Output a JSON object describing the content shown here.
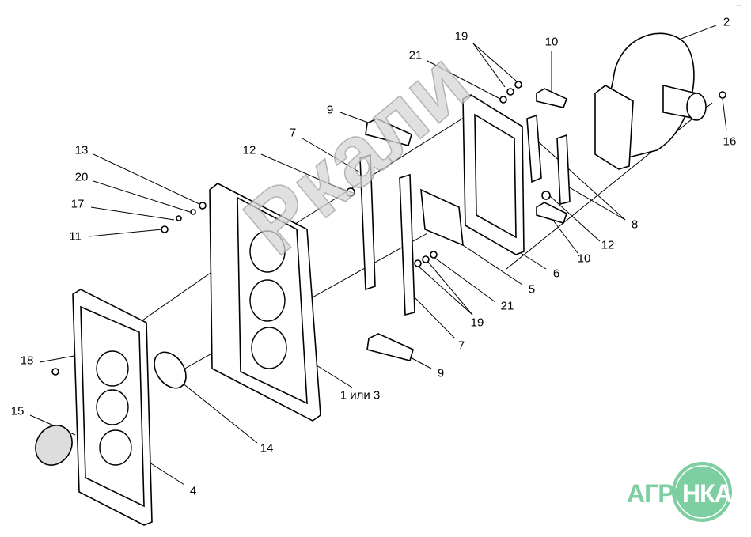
{
  "diagram": {
    "labels": [
      "2",
      "19",
      "10",
      "21",
      "9",
      "16",
      "7",
      "13",
      "12",
      "20",
      "17",
      "8",
      "11",
      "12",
      "10",
      "6",
      "5",
      "21",
      "19",
      "7",
      "18",
      "9",
      "1 или 3",
      "15",
      "14",
      "4"
    ],
    "watermark": "Ркали",
    "corner_mark": "···"
  },
  "logo": {
    "left": "АГРО",
    "right": "НКА",
    "color": "#7dcea0"
  }
}
